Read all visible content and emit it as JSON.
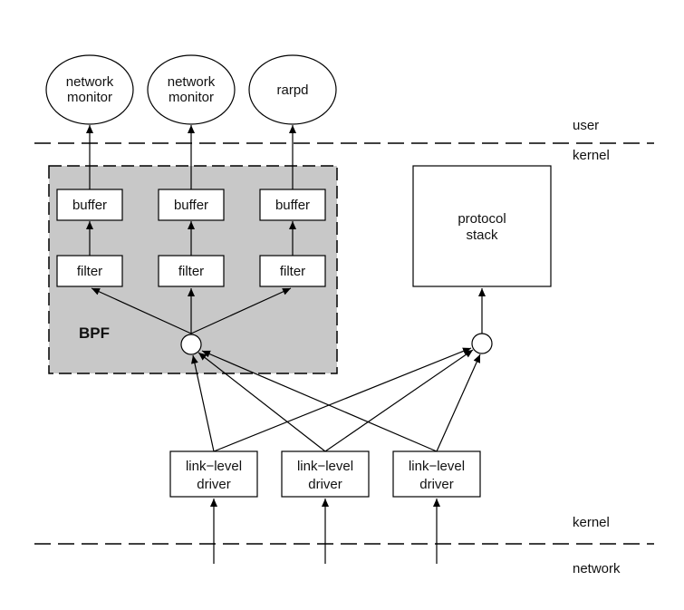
{
  "regions": {
    "user": "user",
    "kernel_top": "kernel",
    "kernel_bottom": "kernel",
    "network": "network"
  },
  "apps": [
    {
      "line1": "network",
      "line2": "monitor"
    },
    {
      "line1": "network",
      "line2": "monitor"
    },
    {
      "line1": "rarpd",
      "line2": ""
    }
  ],
  "bpf": {
    "label": "BPF",
    "buffer_label": "buffer",
    "filter_label": "filter"
  },
  "protocol_stack": {
    "line1": "protocol",
    "line2": "stack"
  },
  "drivers": [
    {
      "line1": "link−level",
      "line2": "driver"
    },
    {
      "line1": "link−level",
      "line2": "driver"
    },
    {
      "line1": "link−level",
      "line2": "driver"
    }
  ],
  "colors": {
    "bpf_fill": "#c8c8c8",
    "stroke": "#000000",
    "background": "#ffffff"
  }
}
